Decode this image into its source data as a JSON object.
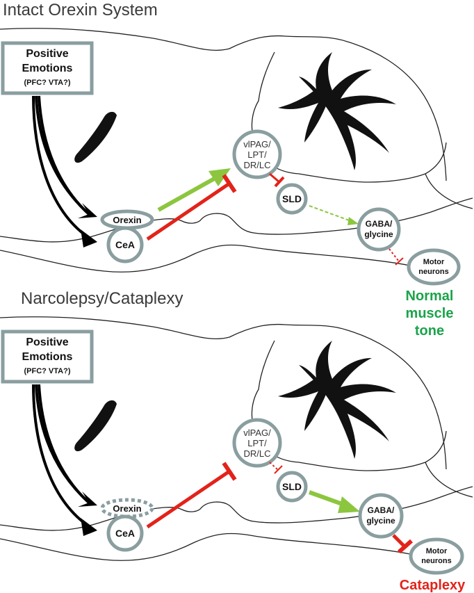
{
  "panels": [
    {
      "title": "Intact Orexin System",
      "emotion_box": {
        "line1": "Positive",
        "line2": "Emotions",
        "line3": "(PFC? VTA?)"
      },
      "nodes": {
        "orexin": "Orexin",
        "cea": "CeA",
        "vlpag": [
          "vlPAG/",
          "LPT/",
          "DR/LC"
        ],
        "sld": "SLD",
        "gaba": [
          "GABA/",
          "glycine"
        ],
        "motor": [
          "Motor",
          "neurons"
        ]
      },
      "outcome": [
        "Normal",
        "muscle",
        "tone"
      ],
      "outcome_color": "#1aa34a",
      "orexin_state": "intact"
    },
    {
      "title": "Narcolepsy/Cataplexy",
      "emotion_box": {
        "line1": "Positive",
        "line2": "Emotions",
        "line3": "(PFC? VTA?)"
      },
      "nodes": {
        "orexin": "Orexin",
        "cea": "CeA",
        "vlpag": [
          "vlPAG/",
          "LPT/",
          "DR/LC"
        ],
        "sld": "SLD",
        "gaba": [
          "GABA/",
          "glycine"
        ],
        "motor": [
          "Motor",
          "neurons"
        ]
      },
      "outcome": [
        "Cataplexy"
      ],
      "outcome_color": "#e2231a",
      "orexin_state": "lost"
    }
  ],
  "colors": {
    "excitatory": "#8cc63f",
    "inhibitory": "#e2231a",
    "node_outline": "#8a9ea0",
    "arrow_black": "#000000"
  }
}
